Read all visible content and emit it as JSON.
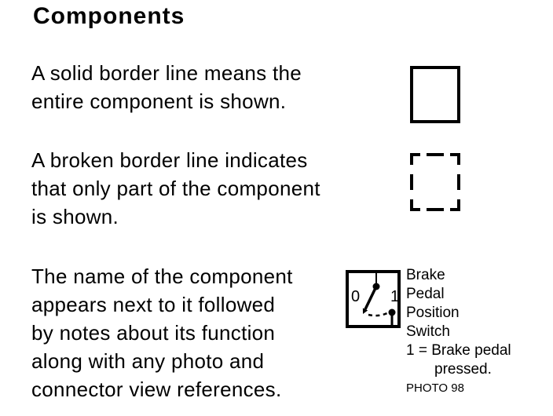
{
  "title": "Components",
  "colors": {
    "background": "#ffffff",
    "ink": "#000000"
  },
  "rows": [
    {
      "text": "A solid border line means the\nentire component is shown.",
      "figure": "solid-border-box"
    },
    {
      "text": "A broken border line indicates\nthat only part of the component\nis shown.",
      "figure": "broken-border-box"
    },
    {
      "text": "The name of the component\nappears next to it followed\nby notes about its function\nalong with any photo and\nconnector view references.",
      "figure": "component-switch-symbol"
    }
  ],
  "switch_symbol": {
    "position_off_label": "0",
    "position_on_label": "1"
  },
  "component_label": {
    "name": "Brake\nPedal\nPosition\nSwitch",
    "note_line_1": "1 = Brake pedal",
    "note_line_2": "pressed.",
    "photo_reference": "PHOTO 98"
  }
}
